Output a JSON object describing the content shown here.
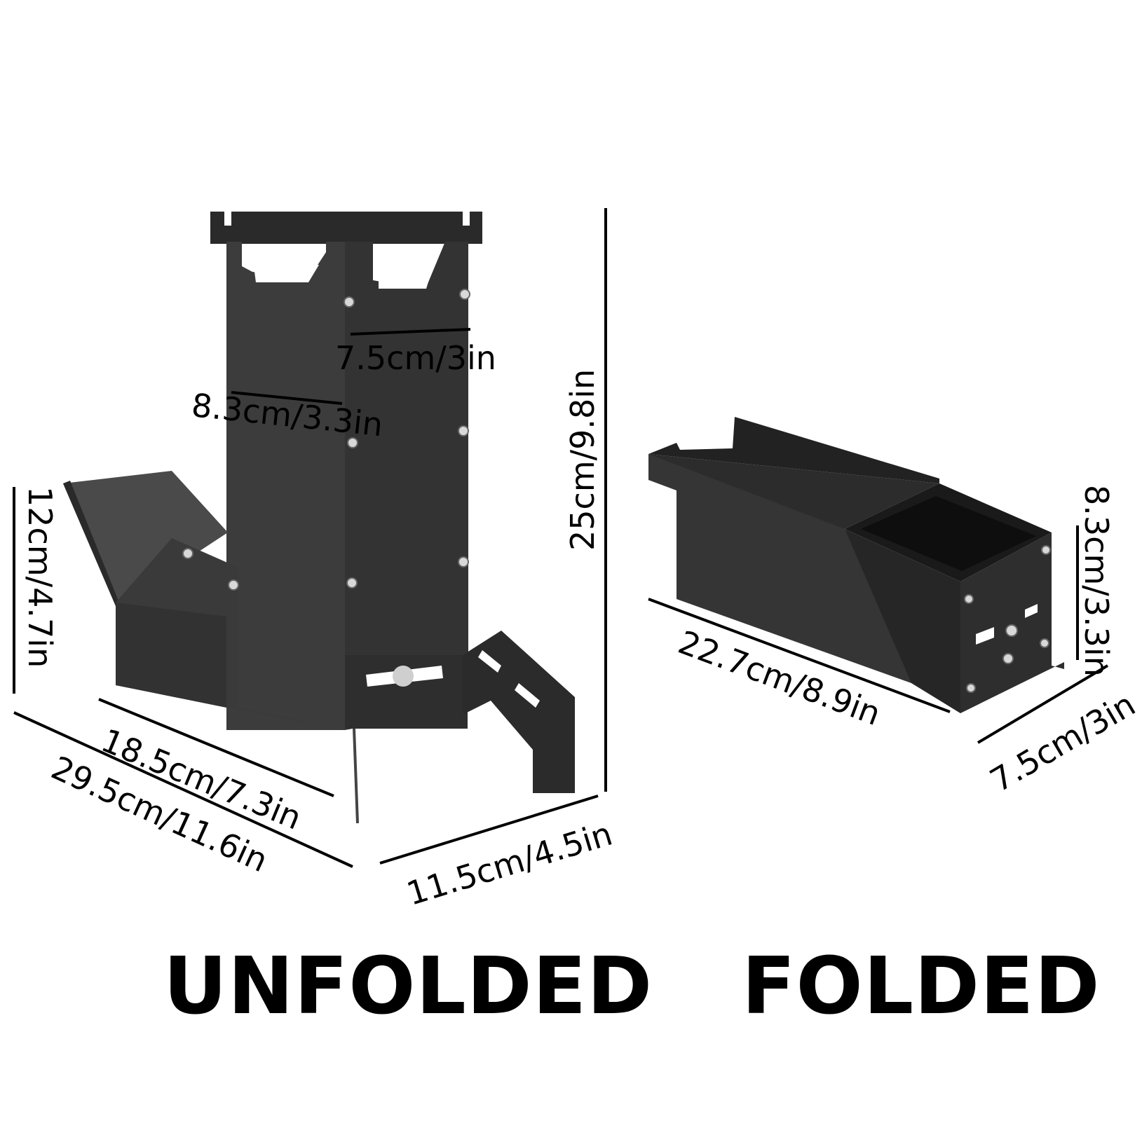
{
  "colors": {
    "background": "#ffffff",
    "metal_dark": "#2b2b2b",
    "metal_mid": "#3a3a3a",
    "metal_light": "#555555",
    "line": "#000000",
    "bolt": "#d8d8d8"
  },
  "captions": {
    "unfolded": "UNFOLDED",
    "folded": "FOLDED"
  },
  "unfolded_dims": {
    "top_width": "7.5cm/3in",
    "side_depth": "8.3cm/3.3in",
    "height": "25cm/9.8in",
    "feed_height": "12cm/4.7in",
    "feed_length": "18.5cm/7.3in",
    "total_length": "29.5cm/11.6in",
    "base_width": "11.5cm/4.5in"
  },
  "folded_dims": {
    "length": "22.7cm/8.9in",
    "width": "7.5cm/3in",
    "height": "8.3cm/3.3in"
  }
}
